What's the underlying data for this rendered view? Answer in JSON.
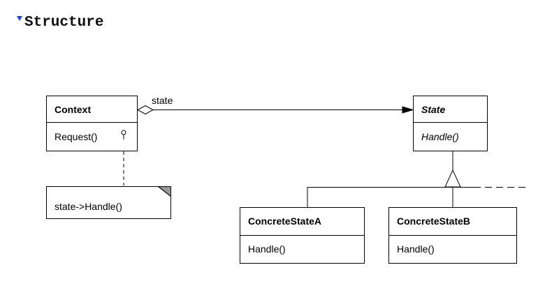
{
  "section": {
    "title": "Structure",
    "toggle_icon": "triangle-down-icon",
    "toggle_color": "#1a3cff"
  },
  "diagram": {
    "classes": {
      "context": {
        "name": "Context",
        "operation": "Request()"
      },
      "state": {
        "name": "State",
        "operation": "Handle()",
        "abstract": true
      },
      "concrete_a": {
        "name": "ConcreteStateA",
        "operation": "Handle()"
      },
      "concrete_b": {
        "name": "ConcreteStateB",
        "operation": "Handle()"
      }
    },
    "note": {
      "text": "state->Handle()"
    },
    "association": {
      "role_label": "state"
    }
  }
}
